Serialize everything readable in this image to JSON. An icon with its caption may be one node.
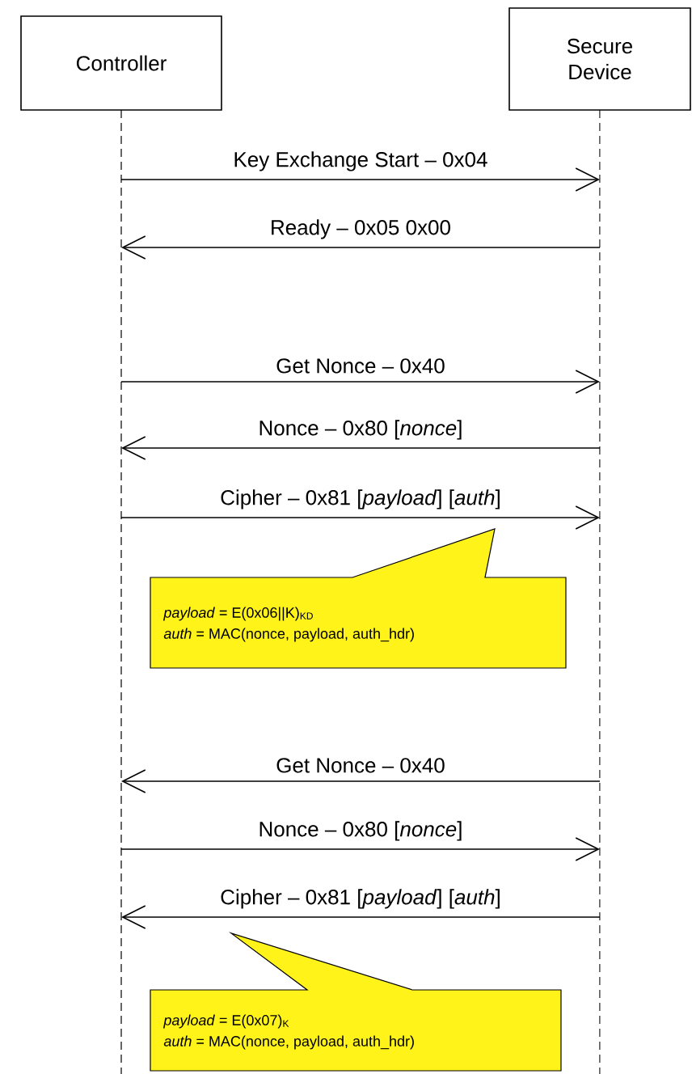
{
  "diagram": {
    "nodes": [
      {
        "text": [
          "Controller"
        ]
      },
      {
        "text": [
          "Secure Device"
        ]
      },
      {
        "text": [
          "*payload* = E(0x06||K)$_{KD}$",
          "*auth* = MAC(nonce, payload, auth_hdr)"
        ]
      },
      {
        "text": [
          "*payload* = E(0x07)$_{K}$",
          "*auth* = MAC(nonce, payload, auth_hdr)"
        ]
      }
    ],
    "edges": [
      {
        "from": 0,
        "to": 1,
        "arrow": "to",
        "label": "Key Exchange Start – 0x04"
      },
      {
        "from": 1,
        "to": 0,
        "arrow": "to",
        "label": "Ready – 0x05 0x00"
      },
      {
        "from": 0,
        "to": 1,
        "arrow": "to",
        "label": "Get Nonce – 0x40"
      },
      {
        "from": 1,
        "to": 0,
        "arrow": "to",
        "label": "Nonce – 0x80 [*nonce*]"
      },
      {
        "from": 0,
        "to": 1,
        "arrow": "to",
        "label": "Cipher – 0x81 [*payload*] [*auth*]"
      },
      {
        "from": 1,
        "to": 0,
        "arrow": "to",
        "label": "Get Nonce – 0x40"
      },
      {
        "from": 0,
        "to": 1,
        "arrow": "to",
        "label": "Nonce – 0x80 [*nonce*]"
      },
      {
        "from": 1,
        "to": 0,
        "arrow": "to",
        "label": "Cipher – 0x81 [*payload*] [*auth*]"
      }
    ]
  }
}
